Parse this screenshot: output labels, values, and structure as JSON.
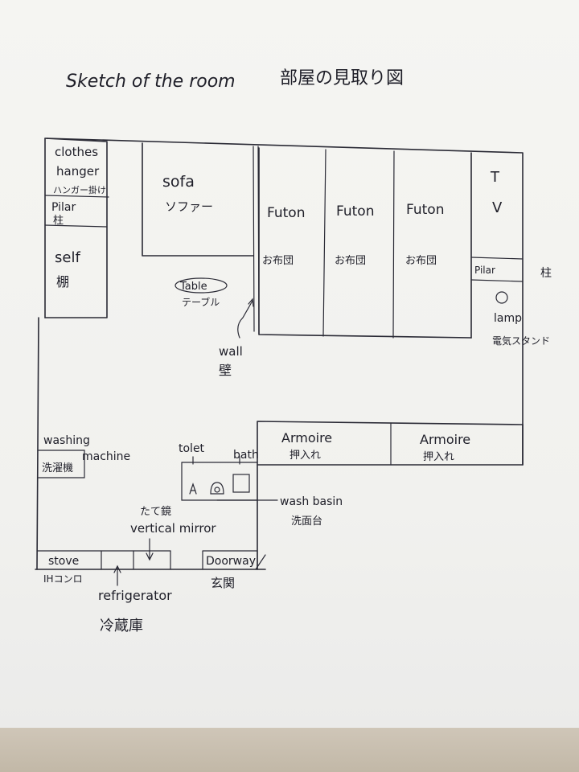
{
  "title": {
    "en": "Sketch of the room",
    "ja": "部屋の見取り図"
  },
  "labels": {
    "clothes_hanger": {
      "en1": "clothes",
      "en2": "hanger",
      "ja": "ハンガー掛け"
    },
    "pillar_left": {
      "en": "Pilar",
      "ja": "柱"
    },
    "shelf": {
      "en": "self",
      "ja": "棚"
    },
    "sofa": {
      "en": "sofa",
      "ja": "ソファー"
    },
    "futon_1": {
      "en": "Futon",
      "ja": "お布団"
    },
    "futon_2": {
      "en": "Futon",
      "ja": "お布団"
    },
    "futon_3": {
      "en": "Futon",
      "ja": "お布団"
    },
    "tv": {
      "en1": "T",
      "en2": "V"
    },
    "pillar_right": {
      "en": "Pilar",
      "ja": "柱"
    },
    "lamp": {
      "en": "lamp",
      "ja": "電気スタンド"
    },
    "table": {
      "en": "Table",
      "ja": "テーブル"
    },
    "wall": {
      "en": "wall",
      "ja": "壁"
    },
    "washing_machine": {
      "en1": "washing",
      "en2": "machine",
      "ja": "洗濯機"
    },
    "toilet": {
      "en": "tolet"
    },
    "bath": {
      "en": "bath"
    },
    "armoire_1": {
      "en": "Armoire",
      "ja": "押入れ"
    },
    "armoire_2": {
      "en": "Armoire",
      "ja": "押入れ"
    },
    "wash_basin": {
      "en": "wash basin",
      "ja": "洗面台"
    },
    "mirror": {
      "en": "vertical mirror",
      "ja": "たて鏡"
    },
    "stove": {
      "en": "stove",
      "ja": "IHコンロ"
    },
    "refrigerator": {
      "en": "refrigerator",
      "ja": "冷蔵庫"
    },
    "doorway": {
      "en": "Doorway",
      "ja": "玄関"
    }
  },
  "colors": {
    "ink": "#2a2a35",
    "paper": "#f3f3f0",
    "table": "#c9c0b1"
  }
}
